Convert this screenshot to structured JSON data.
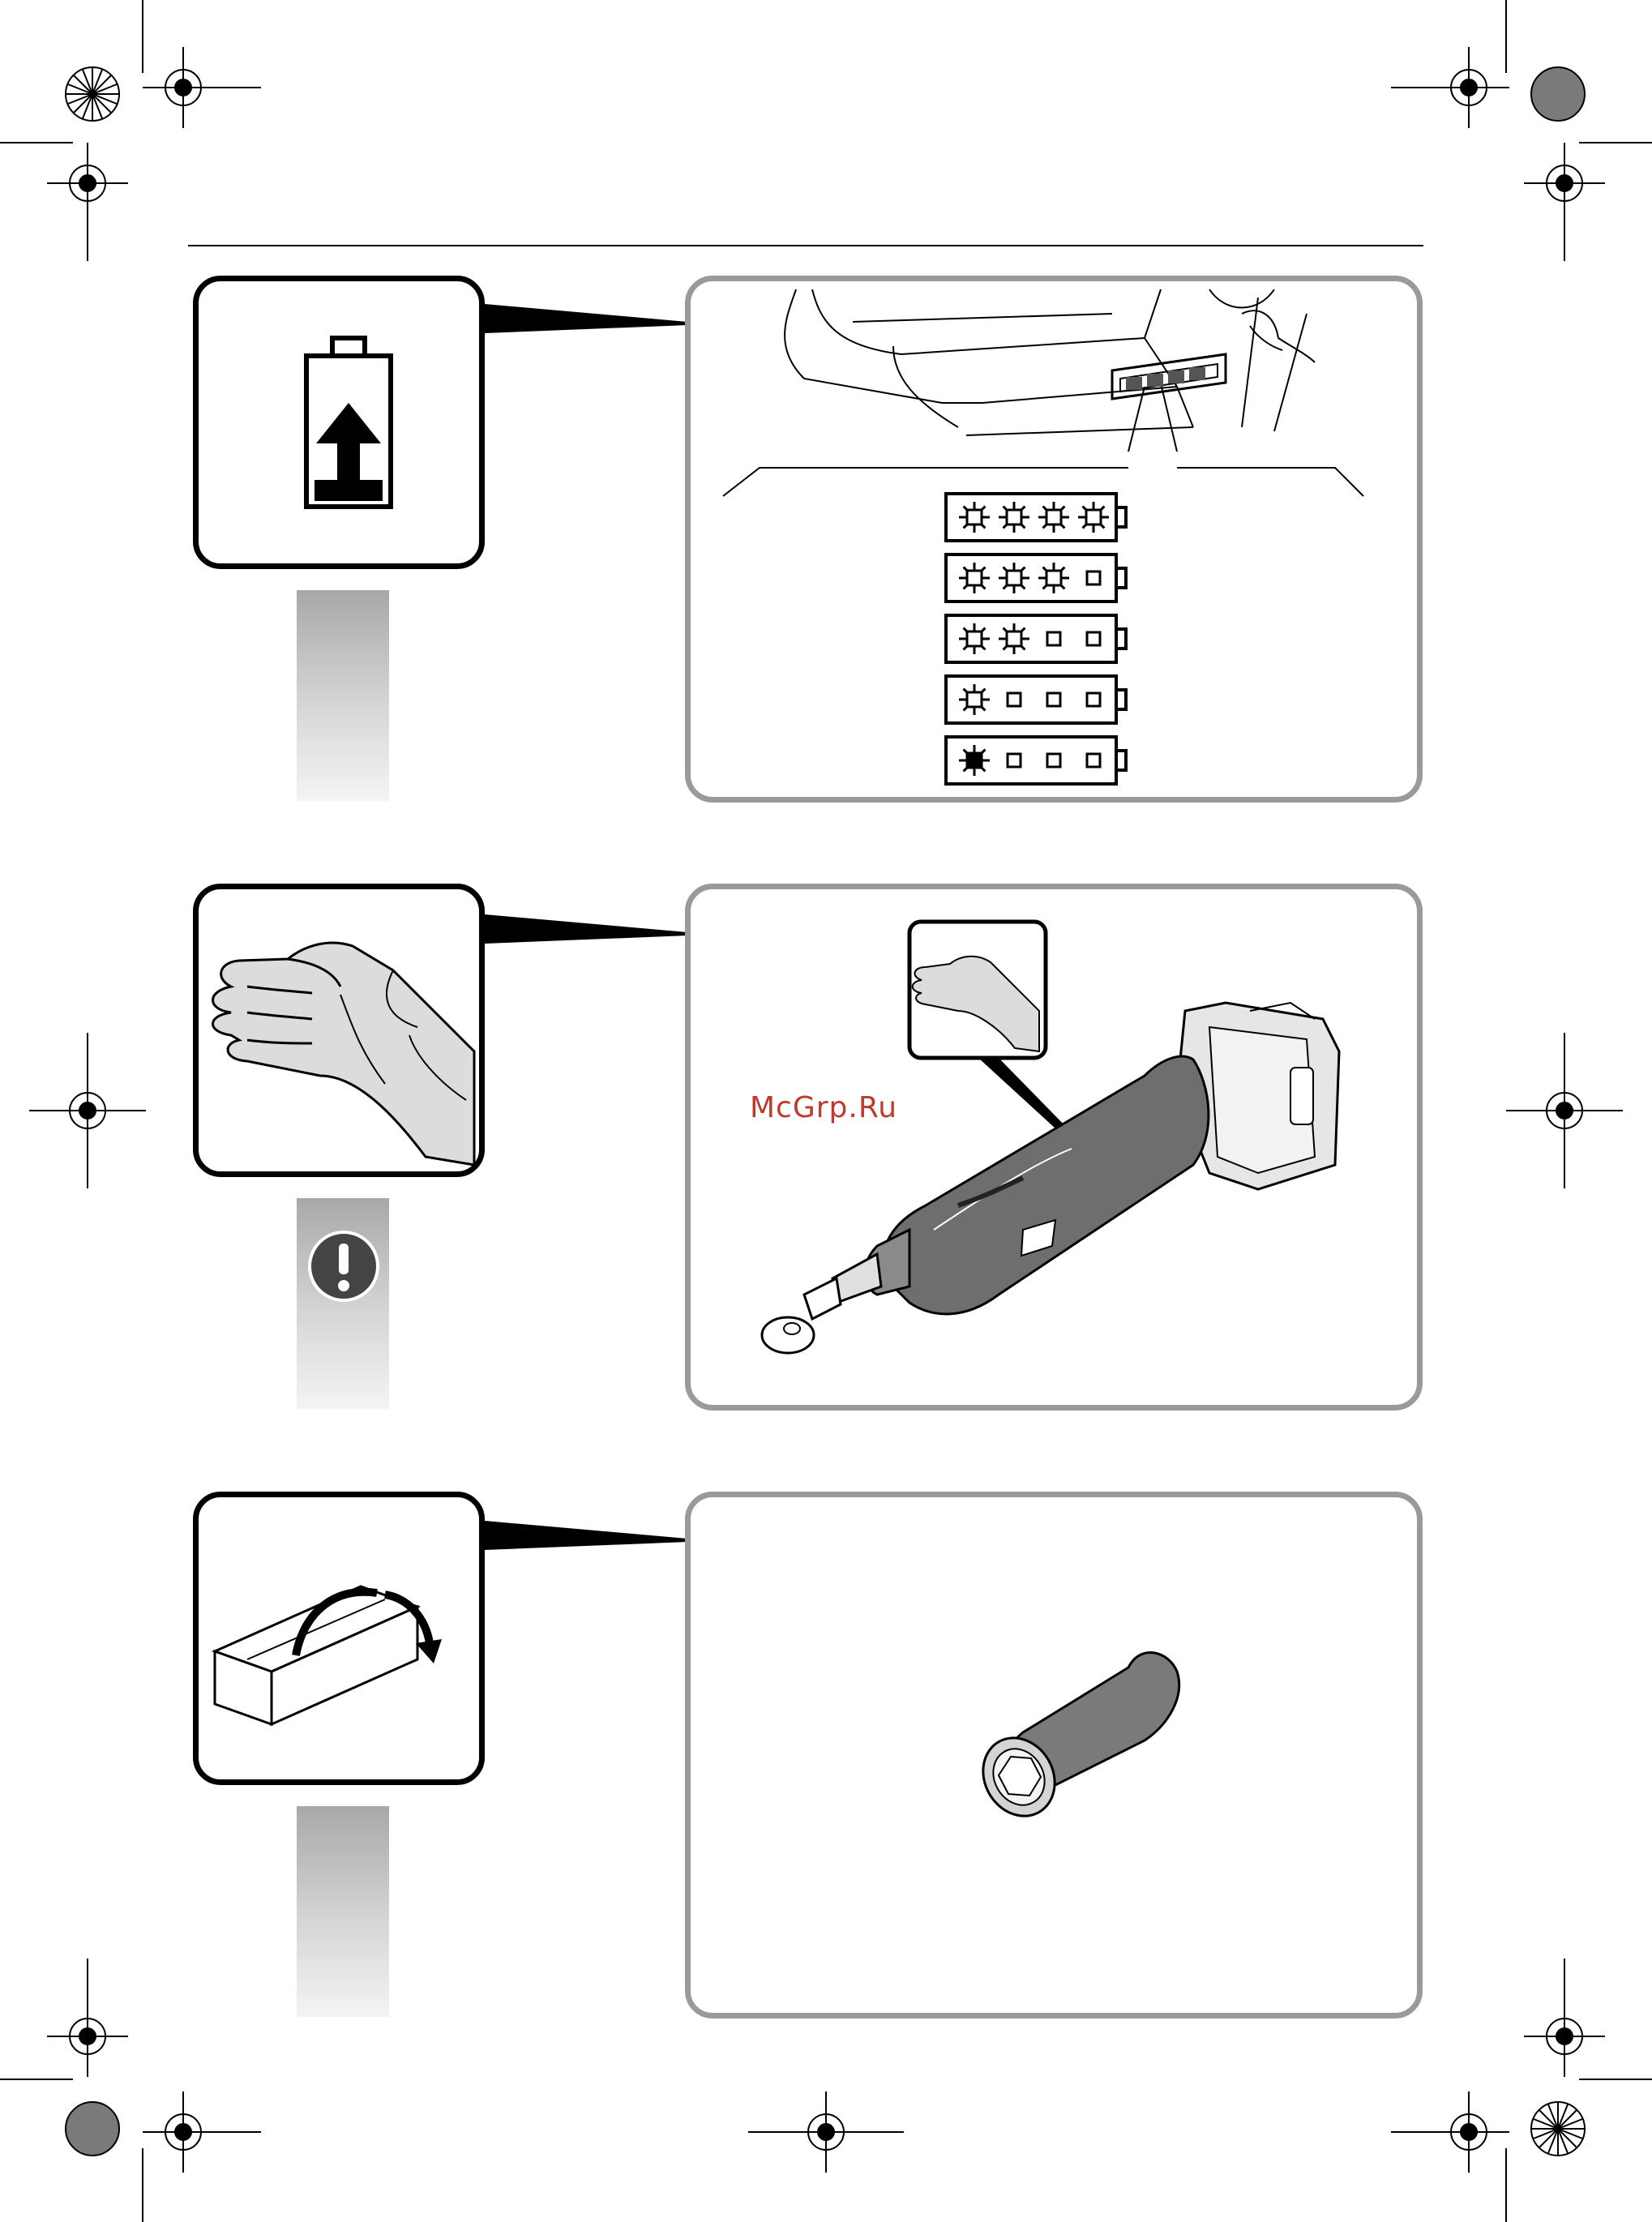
{
  "watermark": {
    "text": "McGrp.Ru",
    "color": "#c0392b"
  },
  "icons": {
    "step1": "battery-charge-icon",
    "step2": "hand-vibration-icon",
    "step3": "open-box-icon",
    "warning": "exclamation-warning-icon"
  },
  "battery_indicator": {
    "levels": [
      {
        "lit": 4,
        "total": 4,
        "blinking": false
      },
      {
        "lit": 3,
        "total": 4,
        "blinking": false
      },
      {
        "lit": 2,
        "total": 4,
        "blinking": false
      },
      {
        "lit": 1,
        "total": 4,
        "blinking": false
      },
      {
        "lit": 1,
        "total": 4,
        "blinking": true
      }
    ]
  },
  "colors": {
    "frame": "#000000",
    "panel_border": "#9a9a9a",
    "tool_body": "#6e6e6e"
  }
}
